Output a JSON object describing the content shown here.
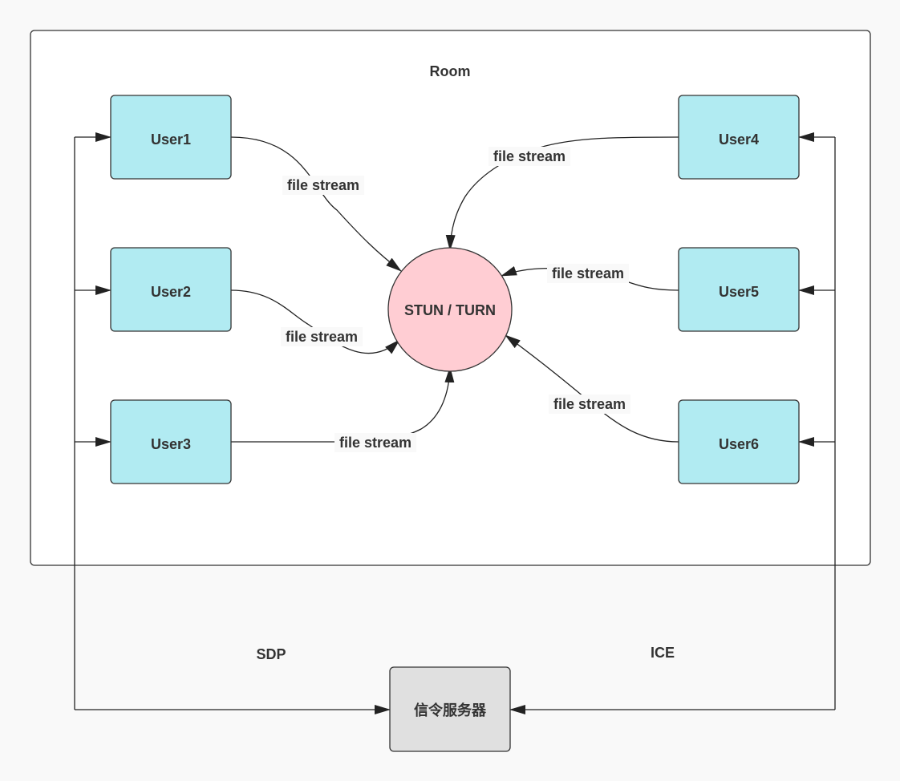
{
  "room": {
    "label": "Room"
  },
  "users": [
    {
      "id": "user1",
      "label": "User1"
    },
    {
      "id": "user2",
      "label": "User2"
    },
    {
      "id": "user3",
      "label": "User3"
    },
    {
      "id": "user4",
      "label": "User4"
    },
    {
      "id": "user5",
      "label": "User5"
    },
    {
      "id": "user6",
      "label": "User6"
    }
  ],
  "stun_turn": {
    "label": "STUN / TURN"
  },
  "signal_server": {
    "label": "信令服务器"
  },
  "edges": {
    "user1": "file stream",
    "user2": "file stream",
    "user3": "file stream",
    "user4": "file stream",
    "user5": "file stream",
    "user6": "file stream"
  },
  "sdp": {
    "label": "SDP"
  },
  "ice": {
    "label": "ICE"
  },
  "colors": {
    "background": "#f9f9f9",
    "user_fill": "#b1ebf2",
    "stun_fill": "#ffcdd3",
    "server_fill": "#e0e0e0",
    "stroke": "#333333"
  }
}
